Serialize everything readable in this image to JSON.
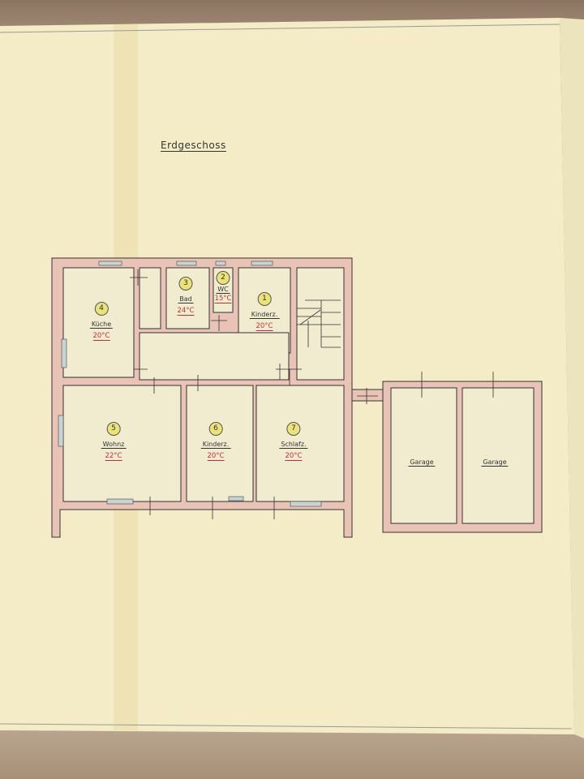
{
  "plan": {
    "title": "Erdgeschoss",
    "rooms": [
      {
        "number": "1",
        "name": "Kinderz.",
        "temp": "20°C"
      },
      {
        "number": "2",
        "name": "WC",
        "temp": "15°C"
      },
      {
        "number": "3",
        "name": "Bad",
        "temp": "24°C"
      },
      {
        "number": "4",
        "name": "Küche",
        "temp": "20°C"
      },
      {
        "number": "5",
        "name": "Wohnz",
        "temp": "22°C"
      },
      {
        "number": "6",
        "name": "Kinderz.",
        "temp": "20°C"
      },
      {
        "number": "7",
        "name": "Schlafz.",
        "temp": "20°C"
      }
    ],
    "garages": [
      "Garage",
      "Garage"
    ],
    "colors": {
      "wall": "#e9c3b6",
      "paper": "#f4eec8",
      "temp": "#c0303a",
      "marker": "#ece27a"
    }
  }
}
